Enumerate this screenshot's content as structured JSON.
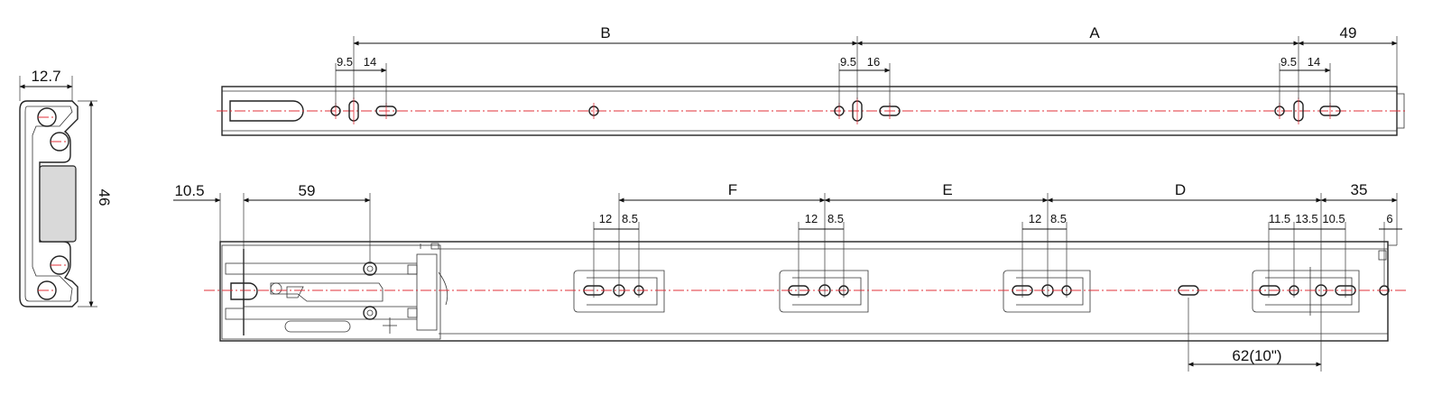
{
  "profile": {
    "width": "12.7",
    "height": "46"
  },
  "outer_rail": {
    "labels": {
      "B": "B",
      "A": "A",
      "end": "49"
    },
    "hole_spacing": {
      "left": [
        "9.5",
        "14"
      ],
      "mid": [
        "9.5",
        "16"
      ],
      "right": [
        "9.5",
        "14"
      ]
    }
  },
  "inner_rail": {
    "labels": {
      "offset": "10.5",
      "start": "59",
      "F": "F",
      "E": "E",
      "D": "D",
      "end": "35"
    },
    "hole_spacing": {
      "f": [
        "12",
        "8.5"
      ],
      "e": [
        "12",
        "8.5"
      ],
      "d": [
        "12",
        "8.5"
      ],
      "end": [
        "11.5",
        "13.5",
        "10.5"
      ],
      "tip": "6"
    },
    "note": "62(10\")"
  },
  "colors": {
    "centerline": "#e0303a",
    "outline": "#222222",
    "profile_fill": "#d9d9d9"
  }
}
